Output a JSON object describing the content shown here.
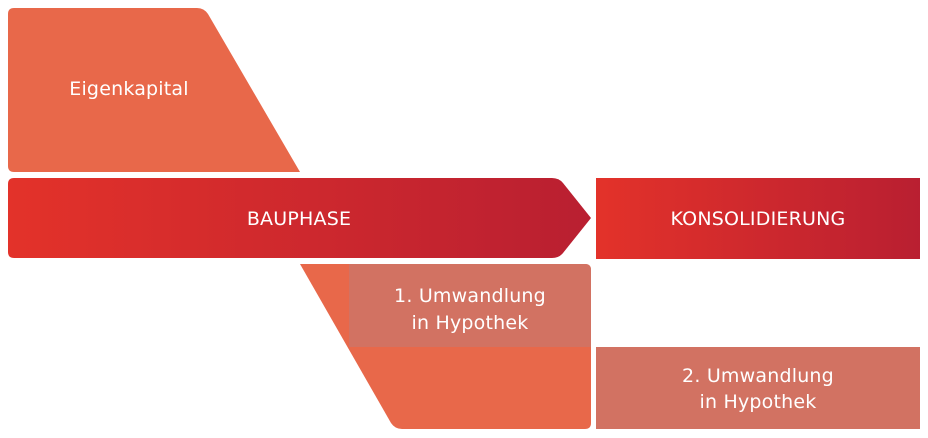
{
  "diagram": {
    "equity_label": "Eigenkapital",
    "construction_phase_label": "BAUPHASE",
    "consolidation_label": "KONSOLIDIERUNG",
    "conversion_1": {
      "line1": "1. Umwandlung",
      "line2": "in Hypothek"
    },
    "conversion_2": {
      "line1": "2. Umwandlung",
      "line2": "in Hypothek"
    }
  },
  "colors": {
    "equity_orange": "#E8684A",
    "red_gradient_start": "#E3322A",
    "red_gradient_end": "#B91F31",
    "conversion_muted": "#D27262",
    "white": "#FFFFFF"
  }
}
